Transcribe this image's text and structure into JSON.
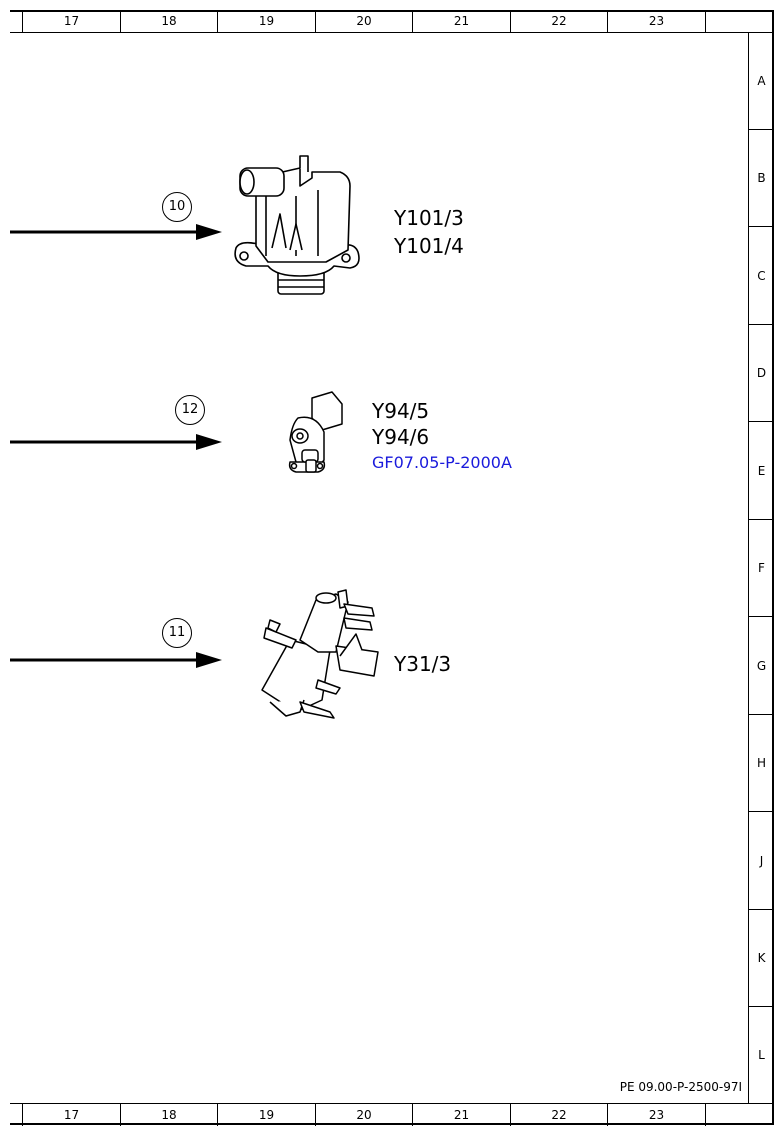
{
  "columns": [
    "17",
    "18",
    "19",
    "20",
    "21",
    "22",
    "23"
  ],
  "rows": [
    "A",
    "B",
    "C",
    "D",
    "E",
    "F",
    "G",
    "H",
    "J",
    "K",
    "L"
  ],
  "components": [
    {
      "callout": "10",
      "labels": [
        "Y101/3",
        "Y101/4"
      ],
      "icon": "valve-component-icon"
    },
    {
      "callout": "12",
      "labels": [
        "Y94/5",
        "Y94/6"
      ],
      "link": "GF07.05-P-2000A",
      "icon": "pressure-valve-icon"
    },
    {
      "callout": "11",
      "labels": [
        "Y31/3"
      ],
      "icon": "converter-valve-icon"
    }
  ],
  "document_ref": "PE 09.00-P-2500-97I",
  "colors": {
    "line": "#000000",
    "link": "#1a1adc"
  }
}
